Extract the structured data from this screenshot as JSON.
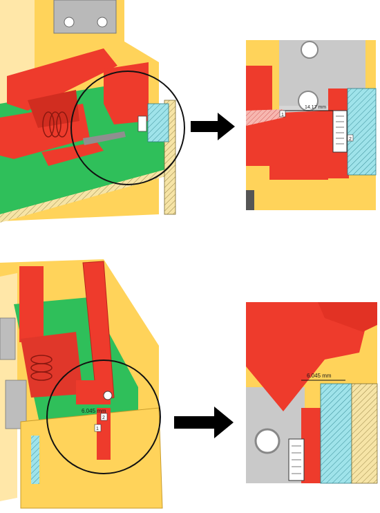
{
  "colors": {
    "part_red": "#ee3b2c",
    "part_red_dark": "#b8241a",
    "housing_yellow": "#ffd35a",
    "housing_light": "#ffe7a8",
    "board_green": "#2fbf5a",
    "metal_gray": "#c9c9c9",
    "section_cyan": "#9fe3ea",
    "arrow_black": "#000000",
    "circle_black": "#111111"
  },
  "scene_top": {
    "zoom_dimension": "14.17 mm",
    "callout_1": "1",
    "callout_2": "2"
  },
  "scene_bottom": {
    "overview_dimension": "6.045 mm",
    "callout_1": "1",
    "callout_2": "2",
    "zoom_dimension": "6.045 mm"
  },
  "icons": {
    "arrow": "right-arrow-icon",
    "magnifier": "detail-circle-icon"
  }
}
